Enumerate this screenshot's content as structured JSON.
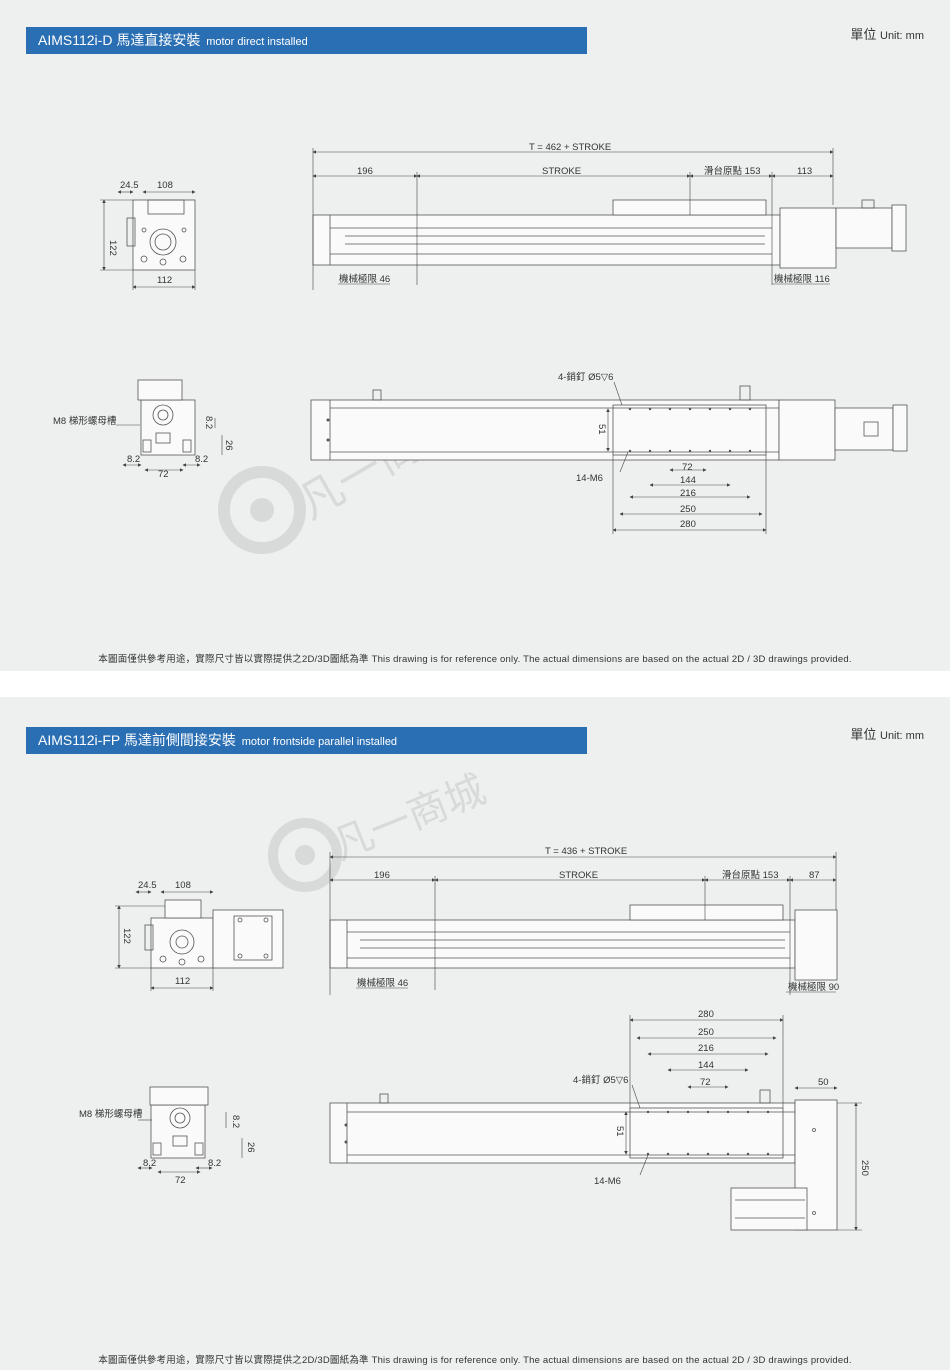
{
  "section1": {
    "title_main": "AIMS112i-D 馬達直接安裝",
    "title_sub": "motor direct installed",
    "unit_label": "單位",
    "unit_value": "Unit: mm",
    "end_view": {
      "d_24_5": "24.5",
      "d_108": "108",
      "d_122": "122",
      "d_112": "112"
    },
    "side_view": {
      "total": "T = 462 + STROKE",
      "left": "196",
      "stroke": "STROKE",
      "slide_origin": "滑台原點 153",
      "right": "113",
      "mech_limit_left": "機械極限 46",
      "mech_limit_right": "機械極限 116"
    },
    "section_view": {
      "nut_slot": "M8 梯形螺母槽",
      "d_8_2_a": "8.2",
      "d_26": "26",
      "d_8_2_b": "8.2",
      "d_8_2_c": "8.2",
      "d_72": "72"
    },
    "top_view": {
      "pin": "4-銷釘 Ø5▽6",
      "tap": "14-M6",
      "d_51": "51",
      "d_72": "72",
      "d_144": "144",
      "d_216": "216",
      "d_250": "250",
      "d_280": "280"
    },
    "footer": "本圖面僅供參考用途，實際尺寸皆以實際提供之2D/3D圖紙為準 This drawing is for reference only. The actual dimensions are based on the actual 2D / 3D drawings provided."
  },
  "section2": {
    "title_main": "AIMS112i-FP 馬達前側間接安裝",
    "title_sub": "motor frontside parallel installed",
    "unit_label": "單位",
    "unit_value": "Unit: mm",
    "end_view": {
      "d_24_5": "24.5",
      "d_108": "108",
      "d_122": "122",
      "d_112": "112"
    },
    "side_view": {
      "total": "T = 436 + STROKE",
      "left": "196",
      "stroke": "STROKE",
      "slide_origin": "滑台原點 153",
      "right": "87",
      "mech_limit_left": "機械極限 46",
      "mech_limit_right": "機械極限 90"
    },
    "section_view": {
      "nut_slot": "M8 梯形螺母槽",
      "d_8_2_a": "8.2",
      "d_26": "26",
      "d_8_2_b": "8.2",
      "d_8_2_c": "8.2",
      "d_72": "72"
    },
    "top_view": {
      "pin": "4-銷釘 Ø5▽6",
      "tap": "14-M6",
      "d_51": "51",
      "d_50": "50",
      "d_250_v": "250",
      "d_72": "72",
      "d_144": "144",
      "d_216": "216",
      "d_250": "250",
      "d_280": "280"
    },
    "footer": "本圖面僅供參考用途，實際尺寸皆以實際提供之2D/3D圖紙為準 This drawing is for reference only. The actual dimensions are based on the actual 2D / 3D drawings provided."
  },
  "watermark": {
    "text": "凡一商城"
  },
  "colors": {
    "accent": "#2a6fb3",
    "line": "#555555",
    "background": "#eef0f0"
  }
}
